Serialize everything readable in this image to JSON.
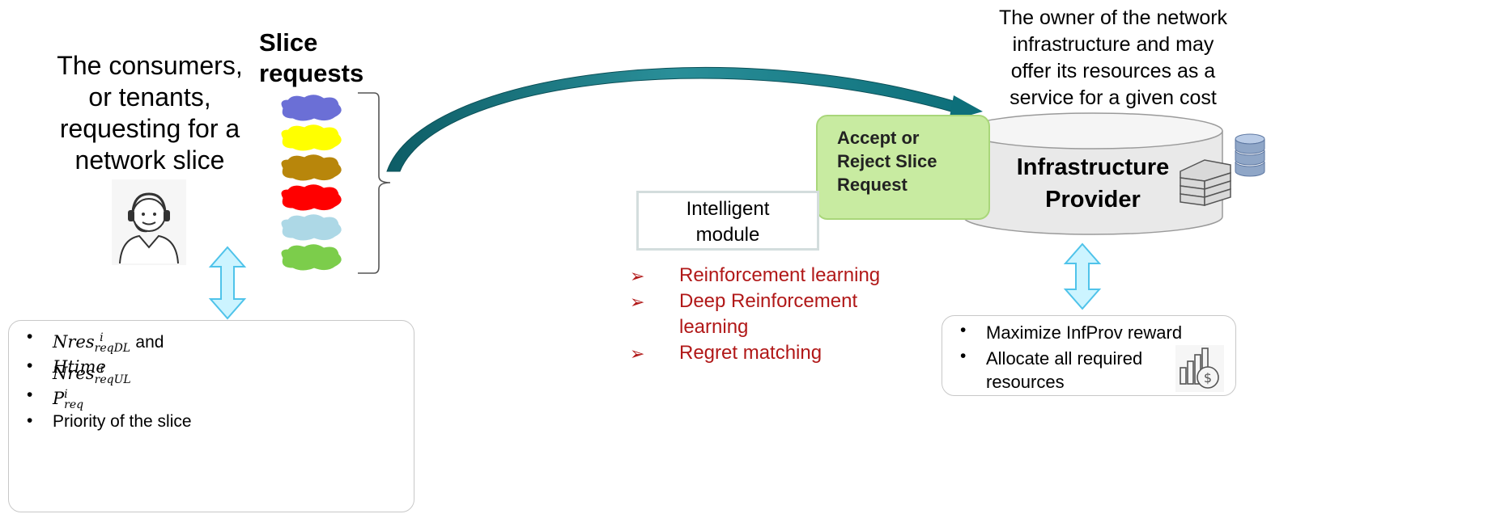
{
  "consumer": {
    "lines": [
      "The consumers,",
      "or tenants,",
      "requesting for a",
      "network slice"
    ],
    "icon": "customer-service-agent-icon"
  },
  "slices": {
    "title_lines": [
      "Slice",
      "requests"
    ],
    "cloud_colors": [
      "#6b6fd6",
      "#ffff00",
      "#b8860b",
      "#ff0000",
      "#add8e6",
      "#7ccd4b"
    ]
  },
  "provider": {
    "owner_lines": [
      "The owner of the network",
      "infrastructure and may",
      "offer its resources as a",
      "service for a given cost"
    ],
    "name_lines": [
      "Infrastructure",
      "Provider"
    ],
    "server_icon": "server-rack-icon",
    "database_icon": "database-icon"
  },
  "decision": {
    "lines": [
      "Accept or",
      "Reject Slice",
      "Request"
    ]
  },
  "intelligent_module": {
    "lines": [
      "Intelligent",
      "module"
    ],
    "methods": [
      "Reinforcement learning",
      "Deep Reinforcement",
      "learning",
      "Regret matching"
    ]
  },
  "tenant_params": {
    "row1_var1": "Nres",
    "row1_sub1": "reqDL",
    "row1_sup": "i",
    "row1_and": "and",
    "row1_var2": "Nres",
    "row1_sub2": "reqUL",
    "row2": "Htime",
    "row3_var": "P",
    "row3_sub": "req",
    "row3_sup": "i",
    "row4": "Priority of the slice"
  },
  "provider_goals": {
    "items": [
      "Maximize InfProv reward",
      "Allocate all required",
      "resources"
    ],
    "icon": "money-chart-icon"
  },
  "colors": {
    "arrow": "#0d6f7a",
    "double_arrow_fill": "#ccf4ff",
    "double_arrow_stroke": "#4fc3ea",
    "method_text": "#b11818",
    "decision_box": "#c8eba1"
  }
}
